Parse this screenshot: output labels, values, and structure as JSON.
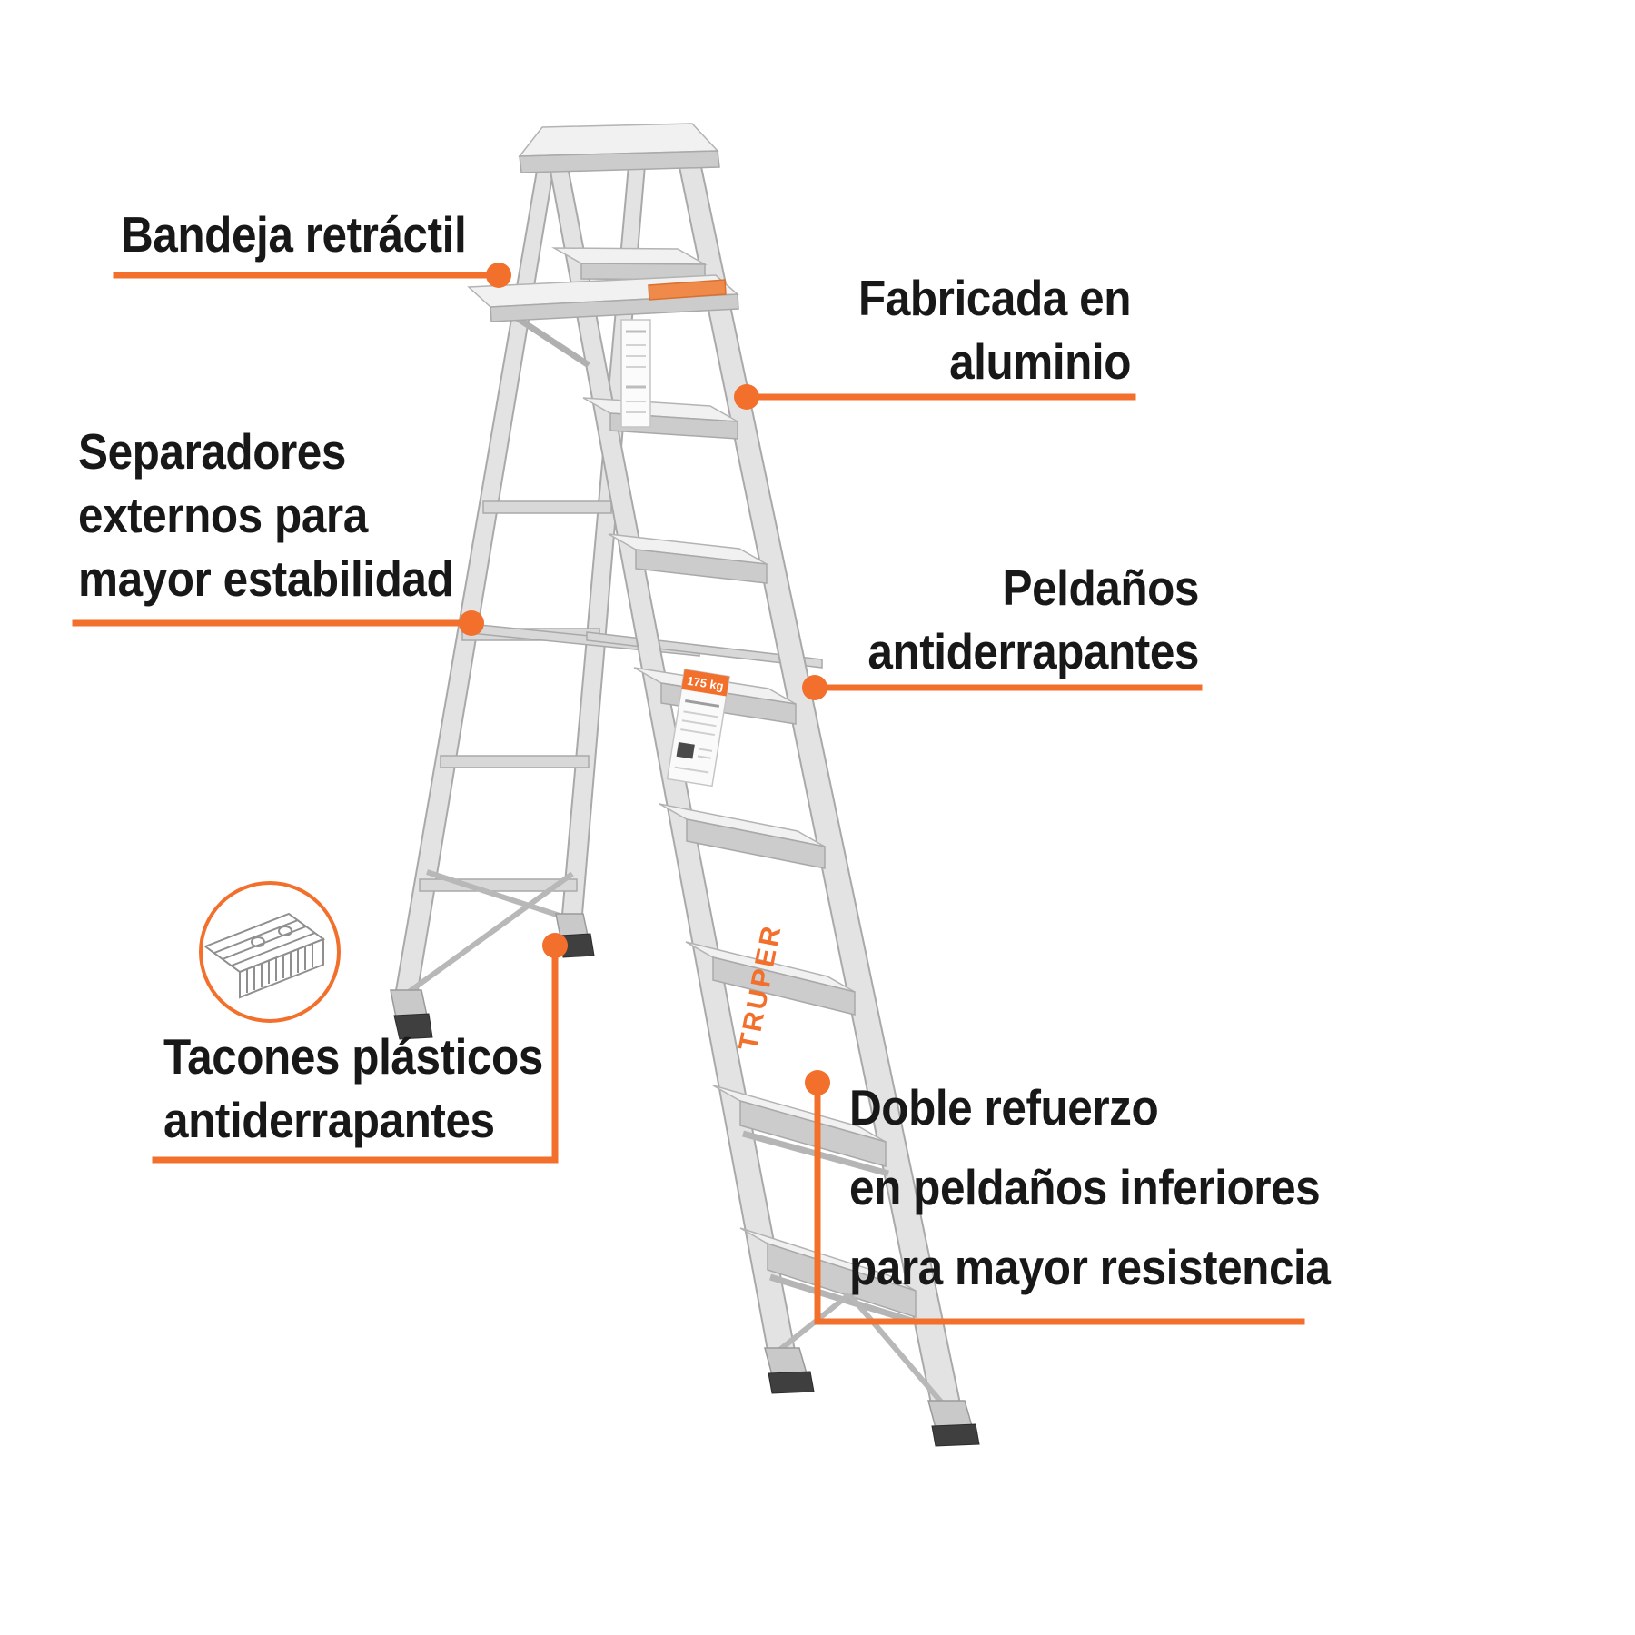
{
  "accent": "#f2702c",
  "brand": "TRUPER",
  "product_sticker": {
    "capacity": "175 kg"
  },
  "callouts": {
    "bandeja": {
      "lines": [
        "Bandeja retráctil"
      ]
    },
    "fabricada": {
      "lines": [
        "Fabricada en",
        "aluminio"
      ]
    },
    "separadores": {
      "lines": [
        "Separadores",
        "externos para",
        "mayor estabilidad"
      ]
    },
    "peldanos": {
      "lines": [
        "Peldaños",
        "antiderrapantes"
      ]
    },
    "tacones": {
      "lines": [
        "Tacones plásticos",
        "antiderrapantes"
      ]
    },
    "doble": {
      "lines": [
        "Doble refuerzo",
        "en peldaños inferiores",
        "para mayor resistencia"
      ]
    }
  }
}
